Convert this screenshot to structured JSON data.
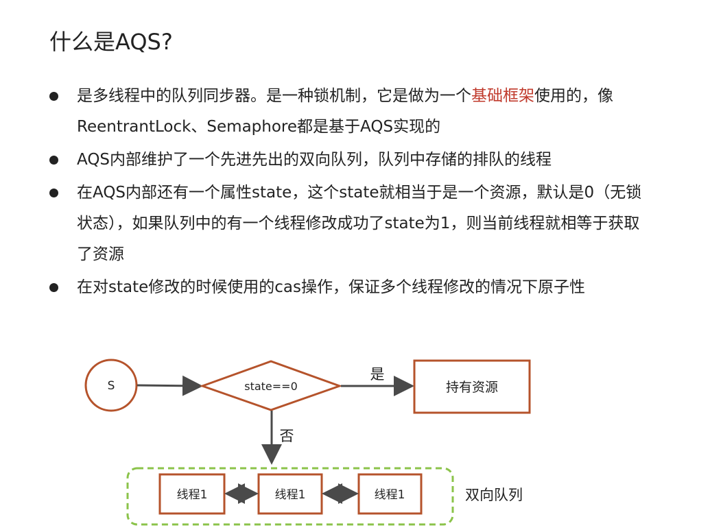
{
  "title": "什么是AQS?",
  "bullets": [
    {
      "parts": [
        "是多线程中的队列同步器。是一种锁机制，它是做为一个",
        "基础框架",
        "使用的，像ReentrantLock、Semaphore都是基于AQS实现的"
      ],
      "highlight_color": "#c0392b"
    },
    {
      "text": "AQS内部维护了一个先进先出的双向队列，队列中存储的排队的线程"
    },
    {
      "text": "在AQS内部还有一个属性state，这个state就相当于是一个资源，默认是0（无锁状态），如果队列中的有一个线程修改成功了state为1，则当前线程就相等于获取了资源"
    },
    {
      "text": "在对state修改的时候使用的cas操作，保证多个线程修改的情况下原子性"
    }
  ],
  "diagram": {
    "start_label": "S",
    "decision_label": "state==0",
    "yes_label": "是",
    "no_label": "否",
    "resource_label": "持有资源",
    "queue_nodes": [
      "线程1",
      "线程1",
      "线程1"
    ],
    "queue_label": "双向队列",
    "colors": {
      "shape_border": "#b5532b",
      "queue_border": "#8bc34a",
      "arrow": "#4a4a4a"
    }
  }
}
